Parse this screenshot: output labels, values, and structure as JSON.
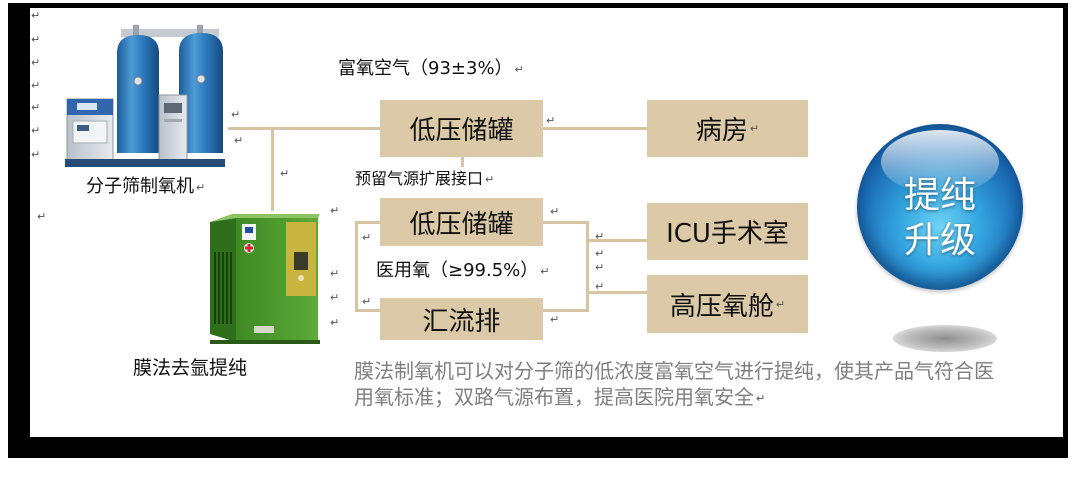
{
  "document": {
    "para_mark": "↵"
  },
  "colors": {
    "frame": "#000000",
    "canvas": "#ffffff",
    "box_fill": "#dcc9a7",
    "connector": "#d6c4a2",
    "note_text": "#7f7f7f",
    "badge_blue": "#1b6db5"
  },
  "sources": {
    "sieve_generator": {
      "caption": "分子筛制氧机",
      "icon": "oxygen-generator-image"
    },
    "membrane_purifier": {
      "caption": "膜法去氩提纯",
      "icon": "membrane-purifier-image"
    }
  },
  "annotations": {
    "rich_air": "富氧空气（93±3%）",
    "reserve_port": "预留气源扩展接口",
    "medical_oxygen": "医用氧（≥99.5%）"
  },
  "nodes": {
    "tank_upper": "低压储罐",
    "ward": "病房",
    "tank_lower": "低压储罐",
    "manifold": "汇流排",
    "icu": "ICU手术室",
    "hyperbaric": "高压氧舱"
  },
  "badge": {
    "line1": "提纯",
    "line2": "升级"
  },
  "note": {
    "line1": "膜法制氧机可以对分子筛的低浓度富氧空气进行提纯，使其产品气符合医",
    "line2": "用氧标准；双路气源布置，提高医院用氧安全"
  }
}
